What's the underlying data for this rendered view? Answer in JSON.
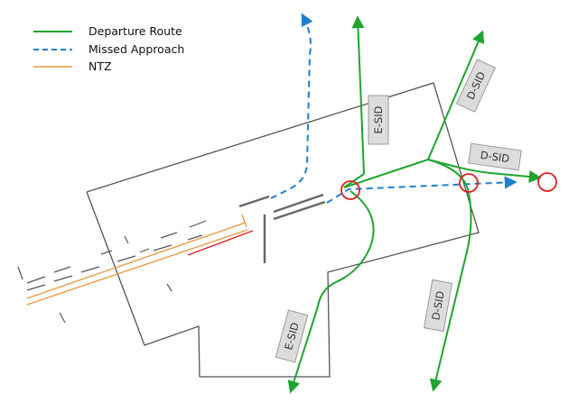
{
  "legend": {
    "departure_label": "Departure Route",
    "missed_label": "Missed Approach",
    "ntz_label": "NTZ"
  },
  "labels": {
    "e_sid_top": "E-SID",
    "d_sid_top": "D-SID",
    "d_sid_mid": "D-SID",
    "d_sid_bottom": "D-SID",
    "e_sid_bottom": "E-SID"
  },
  "colors": {
    "departure": "#1ea52f",
    "missed": "#1f7fd1",
    "ntz": "#e8973a",
    "boundary": "#555555",
    "runway": "#666666",
    "marker": "#e02020",
    "red_line": "#e02020"
  }
}
